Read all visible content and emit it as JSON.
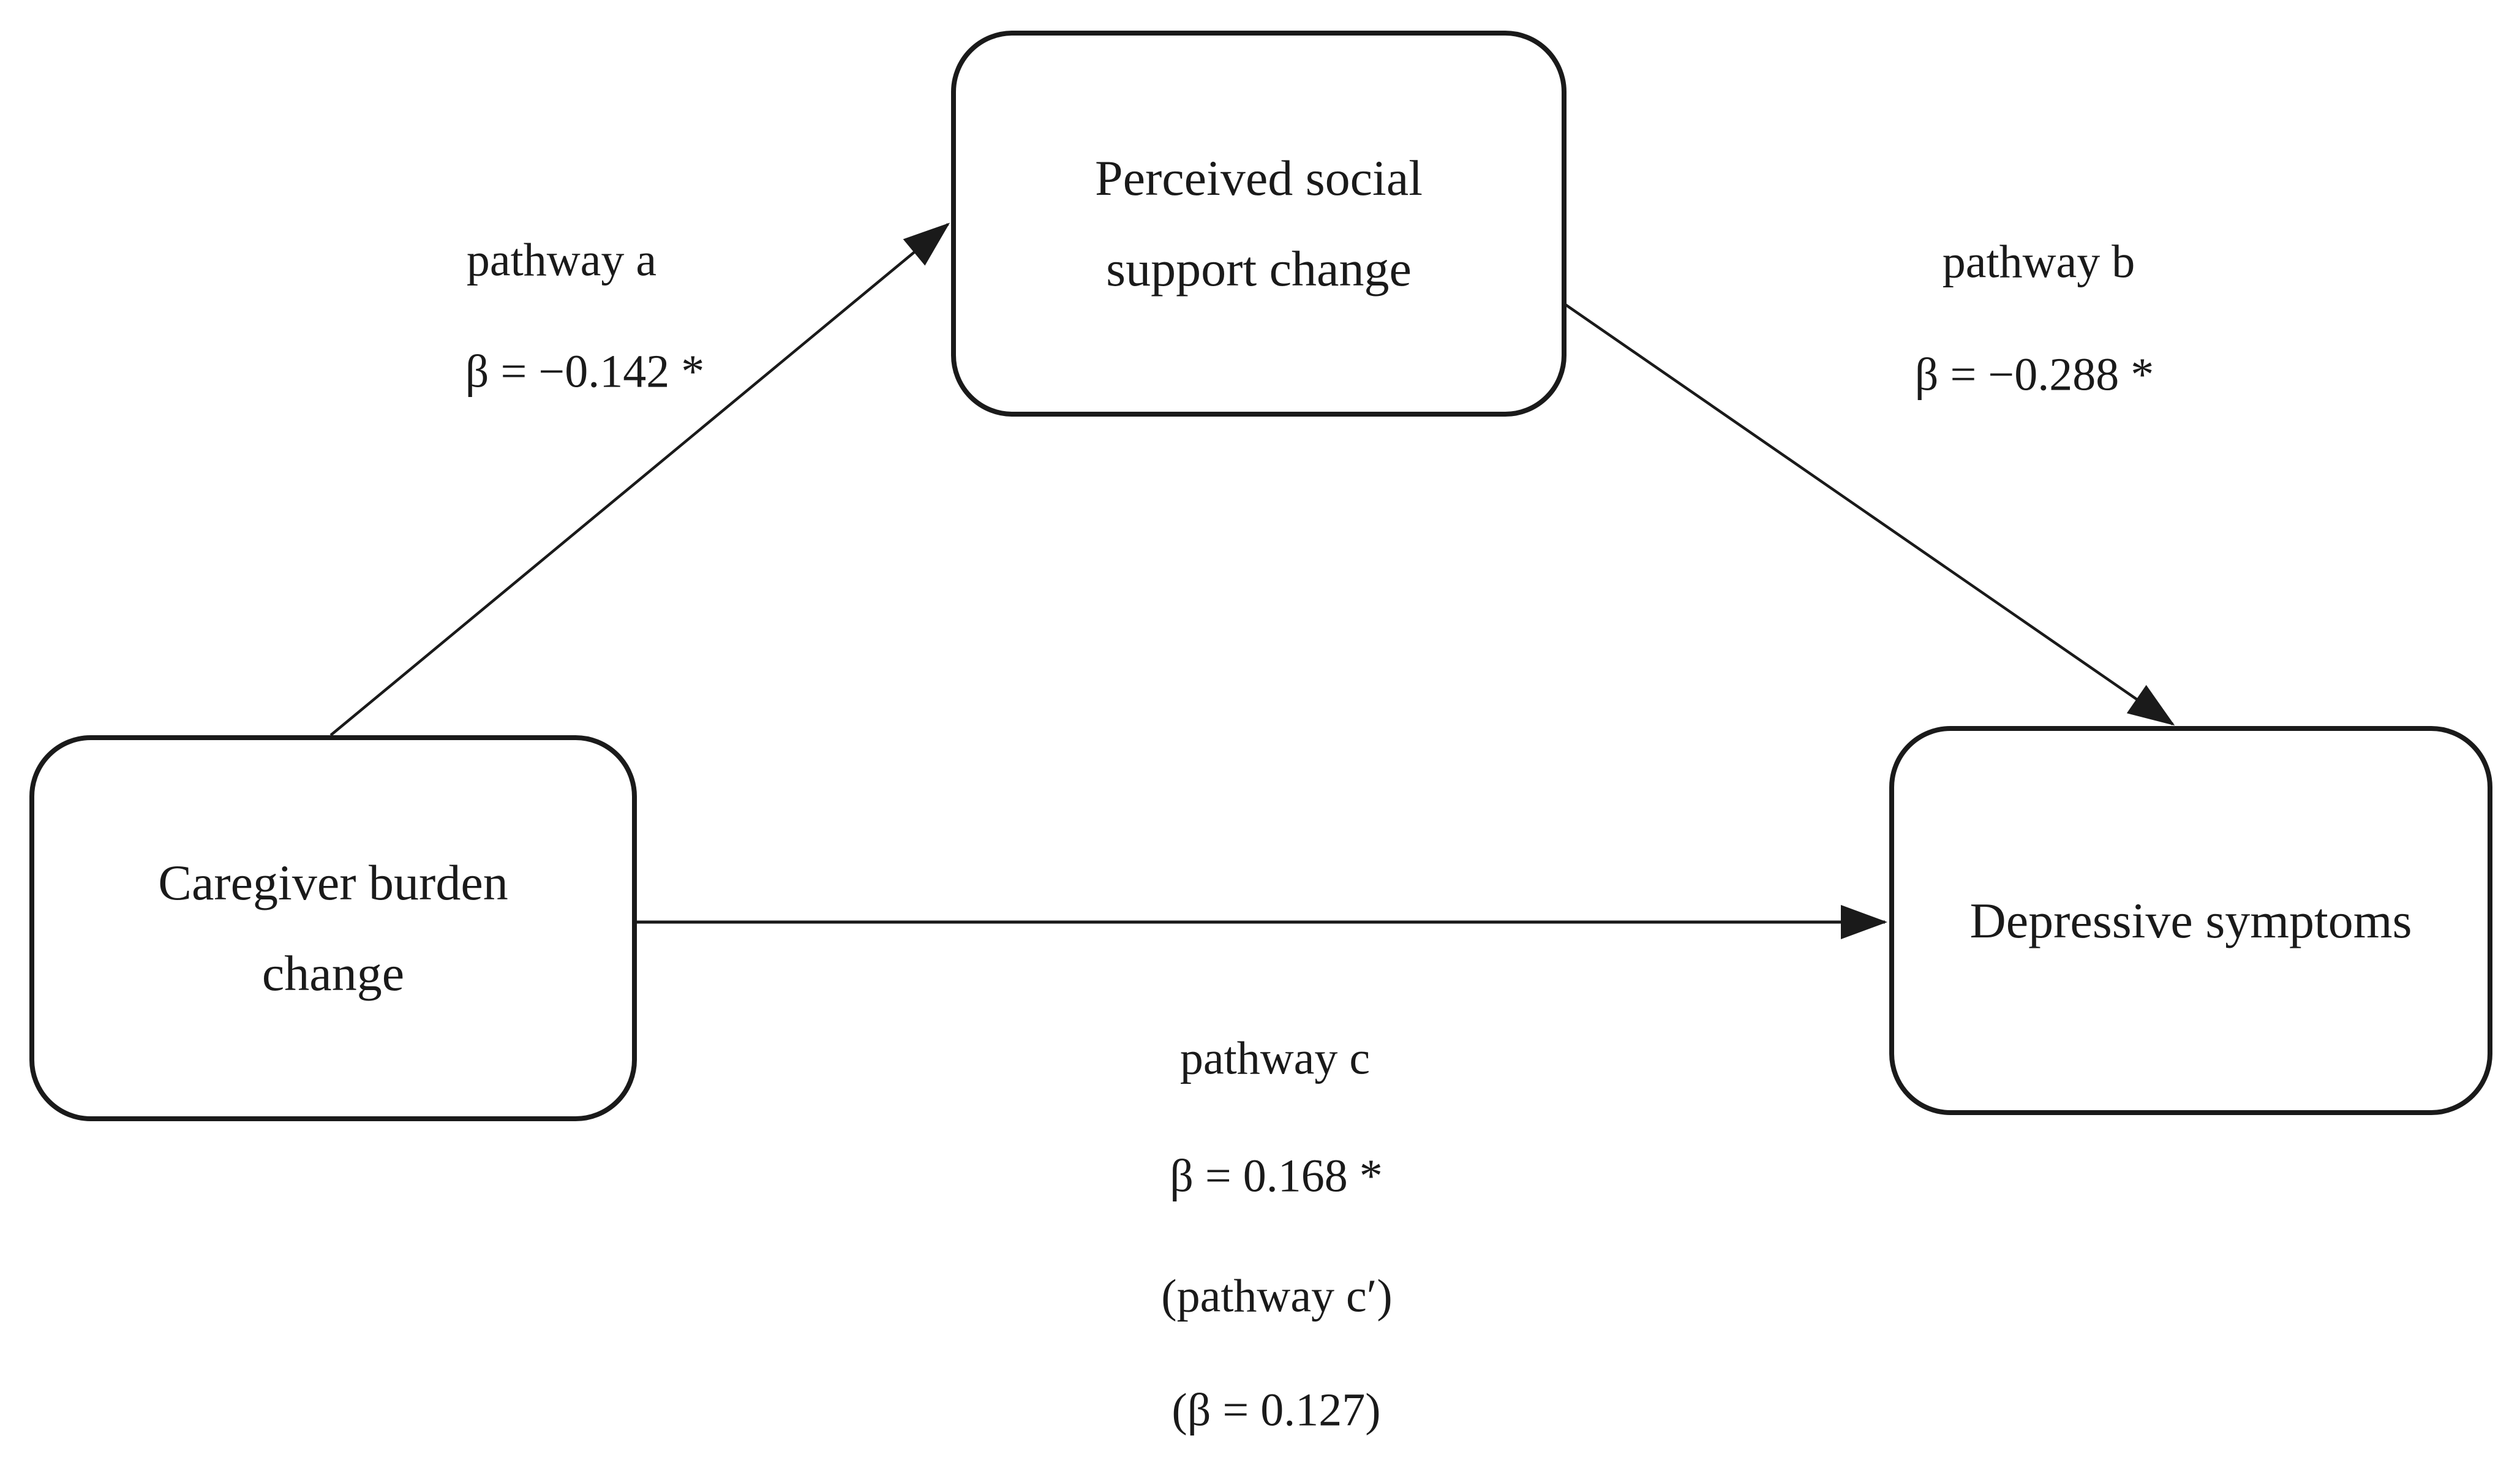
{
  "figure": {
    "background_color": "#ffffff",
    "ink_color": "#1a1a1a"
  },
  "nodes": {
    "predictor": {
      "label": "Caregiver burden change"
    },
    "mediator": {
      "label": "Perceived social support change"
    },
    "outcome": {
      "label": "Depressive symptoms"
    }
  },
  "paths": {
    "a": {
      "label": "pathway a",
      "beta": "β = −0.142 *"
    },
    "b": {
      "label": "pathway b",
      "beta": "β = −0.288 *"
    },
    "c": {
      "label": "pathway c",
      "beta": "β = 0.168 *"
    },
    "c_prime": {
      "label": "(pathway c′)",
      "beta": "(β = 0.127)"
    }
  }
}
